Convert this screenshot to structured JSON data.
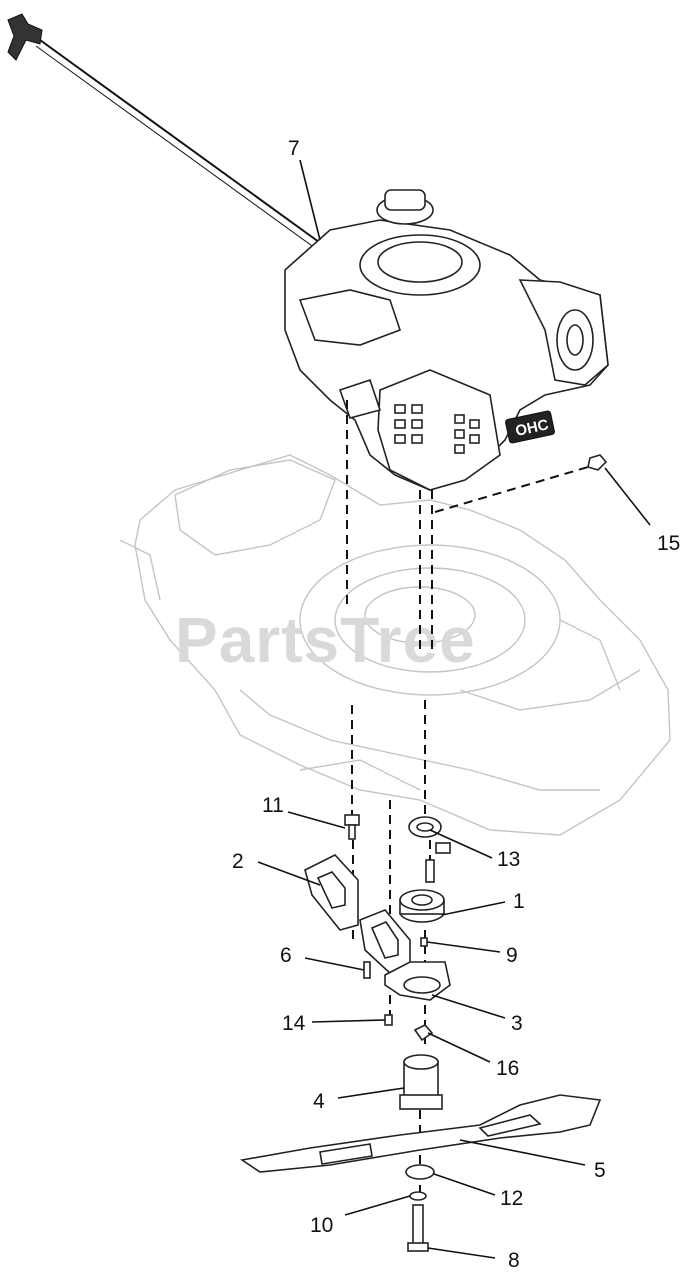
{
  "watermark": "PartsTree",
  "callouts": {
    "c1": "1",
    "c2": "2",
    "c3": "3",
    "c4": "4",
    "c5": "5",
    "c6": "6",
    "c7": "7",
    "c8": "8",
    "c9": "9",
    "c10": "10",
    "c11": "11",
    "c12": "12",
    "c13": "13",
    "c14": "14",
    "c15": "15",
    "c16": "16"
  },
  "engine_badge": "OHC"
}
